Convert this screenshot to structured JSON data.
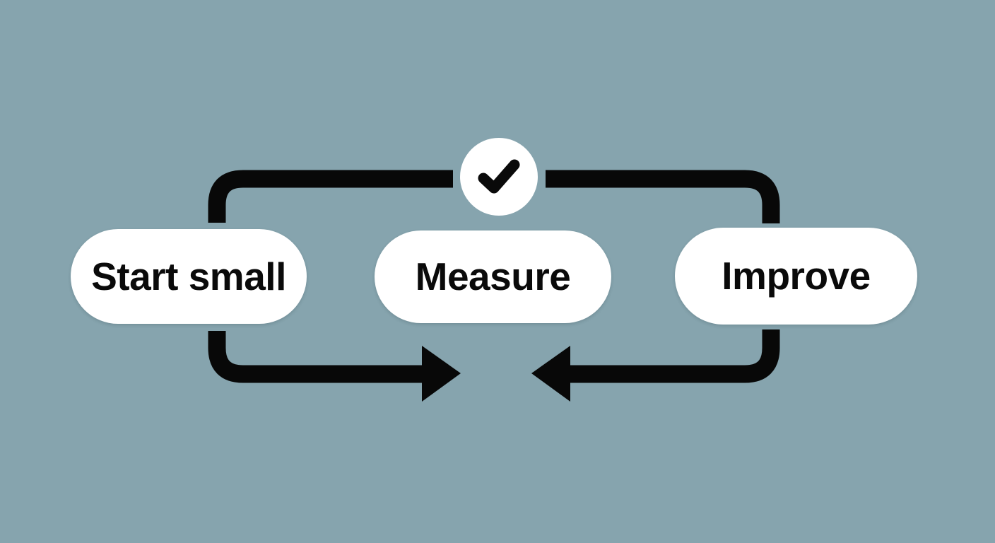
{
  "diagram": {
    "title": "Start small → Measure → Improve cycle",
    "background_color": "#86a4ae",
    "node_fill_color": "#ffffff",
    "node_text_color": "#0a0a0a",
    "connector_color": "#080808",
    "nodes": [
      {
        "id": "start-small",
        "label": "Start small"
      },
      {
        "id": "measure",
        "label": "Measure"
      },
      {
        "id": "improve",
        "label": "Improve"
      }
    ],
    "badge": {
      "id": "check-badge",
      "icon": "check-icon",
      "fill_color": "#ffffff",
      "mark_color": "#0a0a0a"
    },
    "connectors": [
      {
        "id": "top-left-elbow",
        "from": "start-small",
        "to": "check-badge",
        "arrowhead": "none",
        "shape": "rounded-elbow-up-right"
      },
      {
        "id": "top-right-elbow",
        "from": "check-badge",
        "to": "improve",
        "arrowhead": "none",
        "shape": "rounded-elbow-right-down"
      },
      {
        "id": "bottom-left-arrow",
        "from": "start-small",
        "to": "measure",
        "arrowhead": "right",
        "shape": "rounded-elbow-down-right"
      },
      {
        "id": "bottom-right-arrow",
        "from": "improve",
        "to": "measure",
        "arrowhead": "left",
        "shape": "rounded-elbow-down-left"
      }
    ]
  }
}
